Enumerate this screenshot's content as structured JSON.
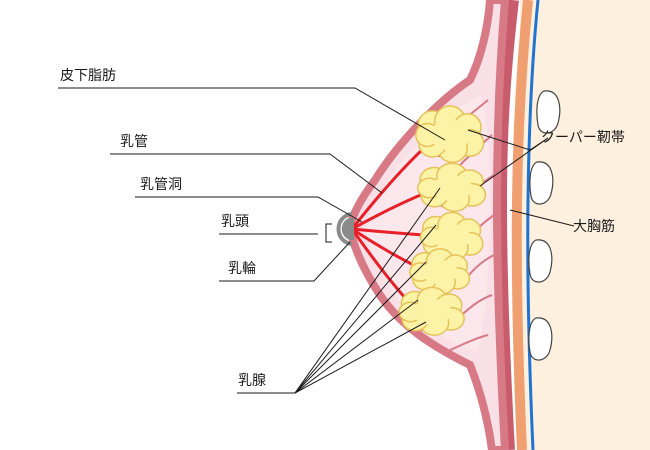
{
  "labels": {
    "subcutaneous_fat": "皮下脂肪",
    "lactiferous_duct": "乳管",
    "lactiferous_sinus": "乳管洞",
    "nipple": "乳頭",
    "areola": "乳輪",
    "mammary_gland": "乳腺",
    "cooper_ligament": "クーパー靭帯",
    "pectoralis_major": "大胸筋"
  },
  "colors": {
    "skin_outline": "#d87a86",
    "fat": "#f9dfe6",
    "gland_fill": "#fdf3a6",
    "gland_stroke": "#e6c25a",
    "duct": "#e8202a",
    "muscle": "#c95c6c",
    "fascia": "#f0a070",
    "membrane": "#1f73d1",
    "body": "#fdf0df",
    "rib": "#ffffff",
    "nipple": "#8a8a8a",
    "leader": "#1a1a1a"
  },
  "structure": {
    "gland_lobes": 5,
    "ribs": 4
  }
}
